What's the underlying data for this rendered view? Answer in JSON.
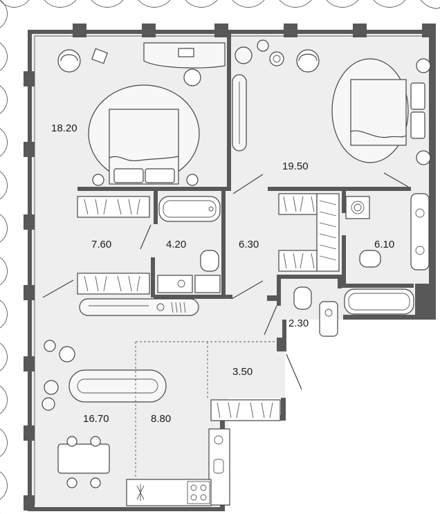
{
  "plan": {
    "rooms": [
      {
        "id": "bedroom-1",
        "area": "18.20"
      },
      {
        "id": "bedroom-2",
        "area": "19.50"
      },
      {
        "id": "wardrobe-1",
        "area": "7.60"
      },
      {
        "id": "bathroom-1",
        "area": "4.20"
      },
      {
        "id": "hall",
        "area": "6.30"
      },
      {
        "id": "bathroom-2",
        "area": "6.10"
      },
      {
        "id": "wc",
        "area": "2.30"
      },
      {
        "id": "entrance",
        "area": "3.50"
      },
      {
        "id": "living",
        "area": "16.70"
      },
      {
        "id": "kitchen",
        "area": "8.80"
      }
    ],
    "colors": {
      "wall": "#585858",
      "floor": "#eeeeee",
      "outline": "#444444"
    }
  }
}
